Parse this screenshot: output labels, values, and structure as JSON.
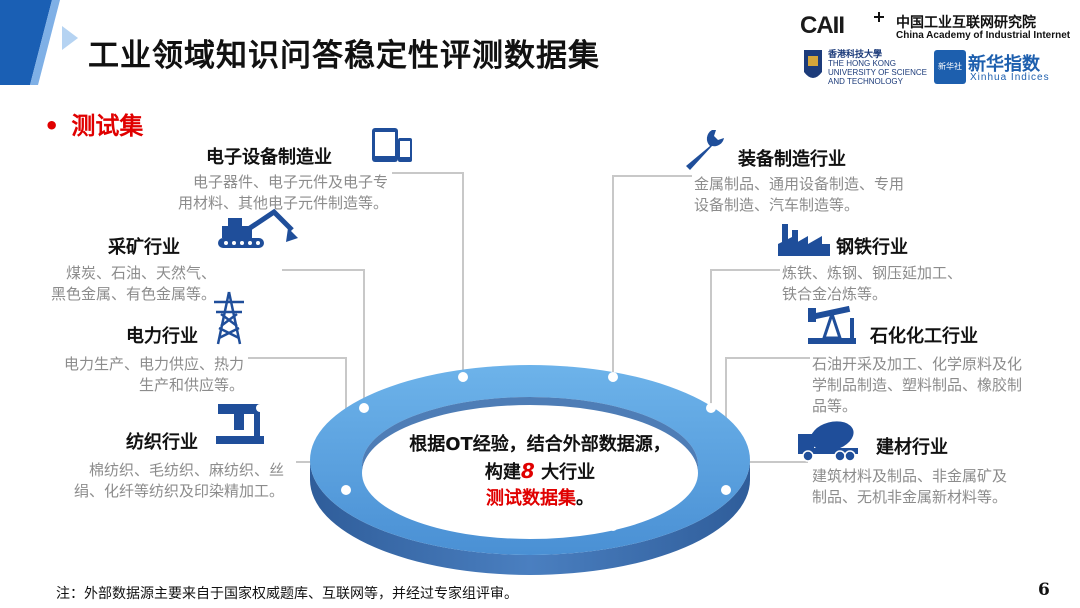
{
  "header": {
    "title": "工业领域知识问答稳定性评测数据集",
    "section_bullet": "•",
    "section_label": "测试集"
  },
  "logos": {
    "caii_mark": "CAII",
    "caii_cn": "中国工业互联网研究院",
    "caii_en": "China Academy of Industrial Internet",
    "hkust_cn": "香港科技大學",
    "hkust_en_1": "THE HONG KONG",
    "hkust_en_2": "UNIVERSITY OF SCIENCE",
    "hkust_en_3": "AND TECHNOLOGY",
    "xinhua_badge": "新华社",
    "xinhua_cn": "新华指数",
    "xinhua_en": "Xinhua Indices"
  },
  "industries": {
    "electronics": {
      "title": "电子设备制造业",
      "desc_1": "电子器件、电子元件及电子专",
      "desc_2": "用材料、其他电子元件制造等。",
      "icon": "tablet-phone-icon"
    },
    "mining": {
      "title": "采矿行业",
      "desc_1": "煤炭、石油、天然气、",
      "desc_2": "黑色金属、有色金属等。",
      "icon": "excavator-icon"
    },
    "power": {
      "title": "电力行业",
      "desc_1": "电力生产、电力供应、热力",
      "desc_2": "生产和供应等。",
      "icon": "power-tower-icon"
    },
    "textile": {
      "title": "纺织行业",
      "desc_1": "棉纺织、毛纺织、麻纺织、丝",
      "desc_2": "绢、化纤等纺织及印染精加工。",
      "icon": "sewing-machine-icon"
    },
    "equipment": {
      "title": "装备制造行业",
      "desc_1": "金属制品、通用设备制造、专用",
      "desc_2": "设备制造、汽车制造等。",
      "icon": "wrench-icon"
    },
    "steel": {
      "title": "钢铁行业",
      "desc_1": "炼铁、炼钢、钢压延加工、",
      "desc_2": "铁合金冶炼等。",
      "icon": "factory-icon"
    },
    "petrochem": {
      "title": "石化化工行业",
      "desc_1": "石油开采及加工、化学原料及化",
      "desc_2": "学制品制造、塑料制品、橡胶制",
      "desc_3": "品等。",
      "icon": "oil-pump-icon"
    },
    "building": {
      "title": "建材行业",
      "desc_1": "建筑材料及制品、非金属矿及",
      "desc_2": "制品、无机非金属新材料等。",
      "icon": "concrete-mixer-icon"
    }
  },
  "center": {
    "line_1": "根据OT经验，结合外部数据源，",
    "line_2_pre": "构建",
    "line_2_num": "8",
    "line_2_post": " 大行业",
    "line_3_red": "测试数据集",
    "line_3_end": "。"
  },
  "footer": {
    "note": "注：外部数据源主要来自于国家权威题库、互联网等，并经过专家组评审。",
    "page_number": "6"
  },
  "colors": {
    "ring_top": "#5aa3e0",
    "ring_side": "#3b6fae",
    "icon_blue": "#1f4e9a",
    "accent_red": "#e00000",
    "desc_gray": "#8c8c8c"
  }
}
